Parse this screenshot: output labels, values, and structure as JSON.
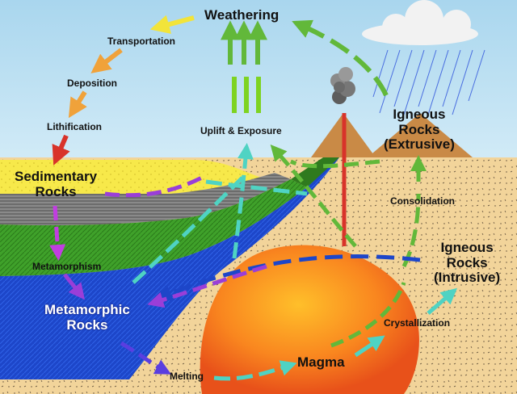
{
  "labels": {
    "weathering": "Weathering",
    "transportation": "Transportation",
    "deposition": "Deposition",
    "lithification": "Lithification",
    "sedimentary_line1": "Sedimentary",
    "sedimentary_line2": "Rocks",
    "metamorphism": "Metamorphism",
    "metamorphic_line1": "Metamorphic",
    "metamorphic_line2": "Rocks",
    "melting": "Melting",
    "magma": "Magma",
    "crystallization": "Crystallization",
    "igneous_intrusive_line1": "Igneous",
    "igneous_intrusive_line2": "Rocks",
    "igneous_intrusive_line3": "(Intrusive)",
    "consolidation": "Consolidation",
    "igneous_extrusive_line1": "Igneous",
    "igneous_extrusive_line2": "Rocks",
    "igneous_extrusive_line3": "(Extrusive)",
    "uplift": "Uplift & Exposure"
  },
  "colors": {
    "sky": "#bfe0f2",
    "sand": "#f2d49a",
    "sedimentary": "#f7e94a",
    "gray_band": "#7f7f7f",
    "green_band": "#3fa12a",
    "blue_band": "#1d46c9",
    "magma_center": "#ffbf2a",
    "magma_edge": "#e8511a",
    "volcano": "#c98a46",
    "arrow_red": "#d8332a",
    "arrow_orange": "#f0a23a",
    "arrow_yellow": "#f2e43a",
    "arrow_green": "#62b83a",
    "arrow_purple": "#9a3ed8",
    "arrow_cyan": "#4fd3c3"
  }
}
